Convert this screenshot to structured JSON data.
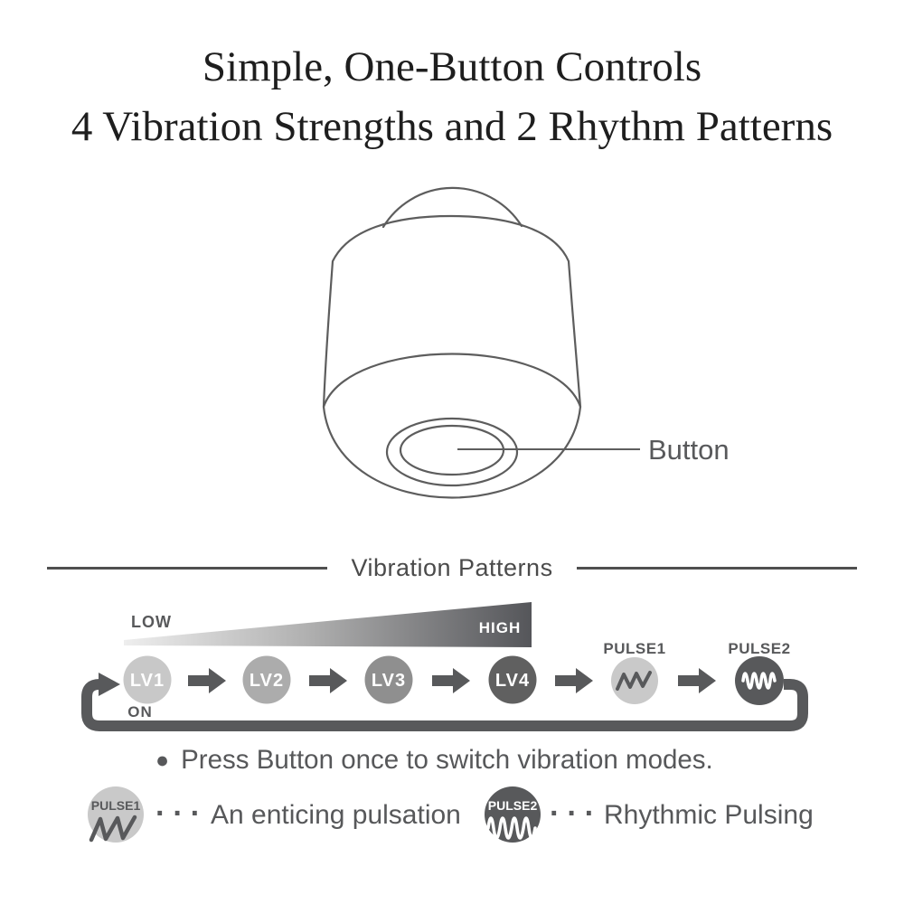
{
  "title": {
    "line1": "Simple, One-Button Controls",
    "line2": "4 Vibration Strengths and 2 Rhythm Patterns"
  },
  "device": {
    "button_label": "Button"
  },
  "section": {
    "heading": "Vibration Patterns"
  },
  "flow": {
    "low_label": "LOW",
    "high_label": "HIGH",
    "on_label": "ON",
    "levels": [
      {
        "label": "LV1",
        "color": "#c8c8c8"
      },
      {
        "label": "LV2",
        "color": "#acacac"
      },
      {
        "label": "LV3",
        "color": "#8f8f8f"
      },
      {
        "label": "LV4",
        "color": "#606060"
      }
    ],
    "pulse1_label": "PULSE1",
    "pulse2_label": "PULSE2"
  },
  "note": {
    "bullet": "●",
    "text": "Press Button once to switch vibration modes."
  },
  "legend": {
    "items": [
      {
        "badge": "PULSE1",
        "dots": "···",
        "text": "An enticing pulsation"
      },
      {
        "badge": "PULSE2",
        "dots": "···",
        "text": "Rhythmic Pulsing"
      }
    ]
  },
  "colors": {
    "accent_dark": "#58595b",
    "title_text": "#1e1e1e",
    "body_text": "#57585a",
    "device_line": "#5d5d5d",
    "wedge_light": "#eeeeee",
    "wedge_mid": "#b0b0b0",
    "wedge_dark": "#55565a",
    "pulse1_fill": "#c9c9c9",
    "pulse2_fill": "#58595b"
  }
}
